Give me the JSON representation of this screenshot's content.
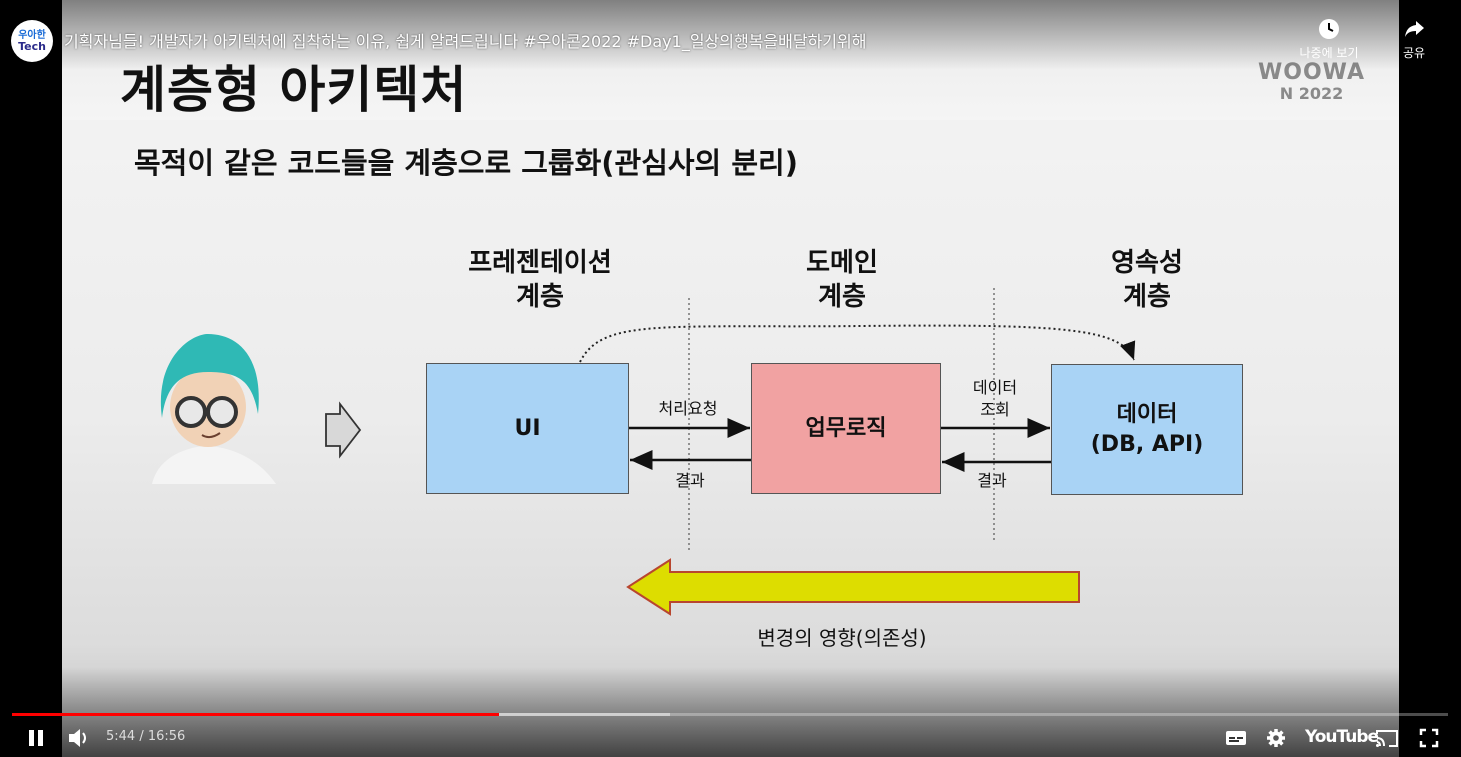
{
  "channel": {
    "logo_line1": "우아한",
    "logo_line2": "Tech"
  },
  "video": {
    "title": "기획자님들! 개발자가 아키텍처에 집착하는 이유, 쉽게 알려드립니다 #우아콘2022 #Day1_일상의행복을배달하기위해",
    "time_current": "5:44",
    "time_total": "16:56",
    "time_separator": " / ",
    "played_fraction": 0.339,
    "buffered_fraction": 0.458
  },
  "top_buttons": {
    "watch_later": "나중에 보기",
    "share": "공유"
  },
  "slide": {
    "title": "계층형 아키텍처",
    "subtitle": "목적이 같은 코드들을 계층으로 그룹화(관심사의 분리)",
    "brand_line1": "WOOWA",
    "brand_line2": "N 2022",
    "layers": {
      "presentation": [
        "프레젠테이션",
        "계층"
      ],
      "domain": [
        "도메인",
        "계층"
      ],
      "persistence": [
        "영속성",
        "계층"
      ]
    },
    "boxes": {
      "ui": "UI",
      "business": "업무로직",
      "data_line1": "데이터",
      "data_line2": "(DB, API)"
    },
    "labels": {
      "request": "처리요청",
      "result_left": "결과",
      "data_query_line1": "데이터",
      "data_query_line2": "조회",
      "result_right": "결과",
      "dependency": "변경의 영향(의존성)"
    },
    "colors": {
      "box_blue": "#a9d3f5",
      "box_red": "#f1a2a2",
      "arrow_yellow": "#dddd00"
    }
  },
  "controls": {
    "youtube_logo": "YouTube"
  }
}
